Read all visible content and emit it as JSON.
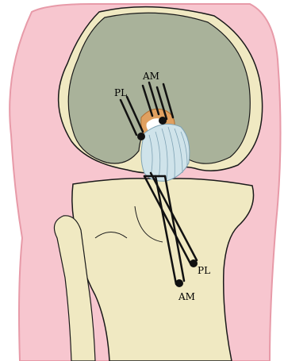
{
  "labels": {
    "femur_am": "AM",
    "femur_pl": "PL",
    "tibia_pl": "PL",
    "tibia_am": "AM"
  },
  "colors": {
    "soft_tissue": "#f7c6cf",
    "soft_tissue_edge": "#e79aa8",
    "bone": "#f0e9c2",
    "bone_edge": "#1a1a1a",
    "femur_condyle": "#a9b29a",
    "notch_orange": "#e0a060",
    "ligament": "#cfe3ea",
    "ligament_stroke": "#7fa3b5",
    "tunnel": "#111111",
    "white": "#ffffff"
  }
}
